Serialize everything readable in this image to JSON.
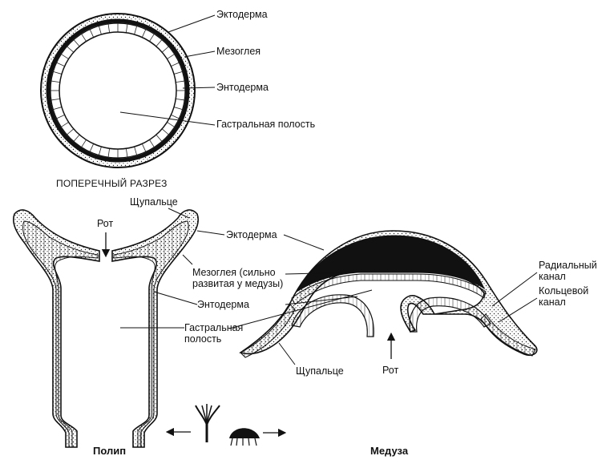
{
  "cross_section": {
    "caption": "ПОПЕРЕЧНЫЙ РАЗРЕЗ",
    "labels": {
      "ectoderm": "Эктодерма",
      "mesoglea": "Мезоглея",
      "endoderm": "Энтодерма",
      "gastral_cavity": "Гастральная полость"
    }
  },
  "polyp": {
    "title": "Полип",
    "labels": {
      "tentacle": "Щупальце",
      "mouth": "Рот",
      "ectoderm": "Эктодерма",
      "mesoglea_line1": "Мезоглея (сильно",
      "mesoglea_line2": "развитая у медузы)",
      "endoderm": "Энтодерма",
      "gastral_line1": "Гастральная",
      "gastral_line2": "полость"
    }
  },
  "medusa": {
    "title": "Медуза",
    "labels": {
      "radial_line1": "Радиальный",
      "radial_line2": "канал",
      "ring_line1": "Кольцевой",
      "ring_line2": "канал",
      "tentacle": "Щупальце",
      "mouth": "Рот"
    }
  },
  "colors": {
    "ink": "#111111",
    "paper": "#ffffff"
  }
}
